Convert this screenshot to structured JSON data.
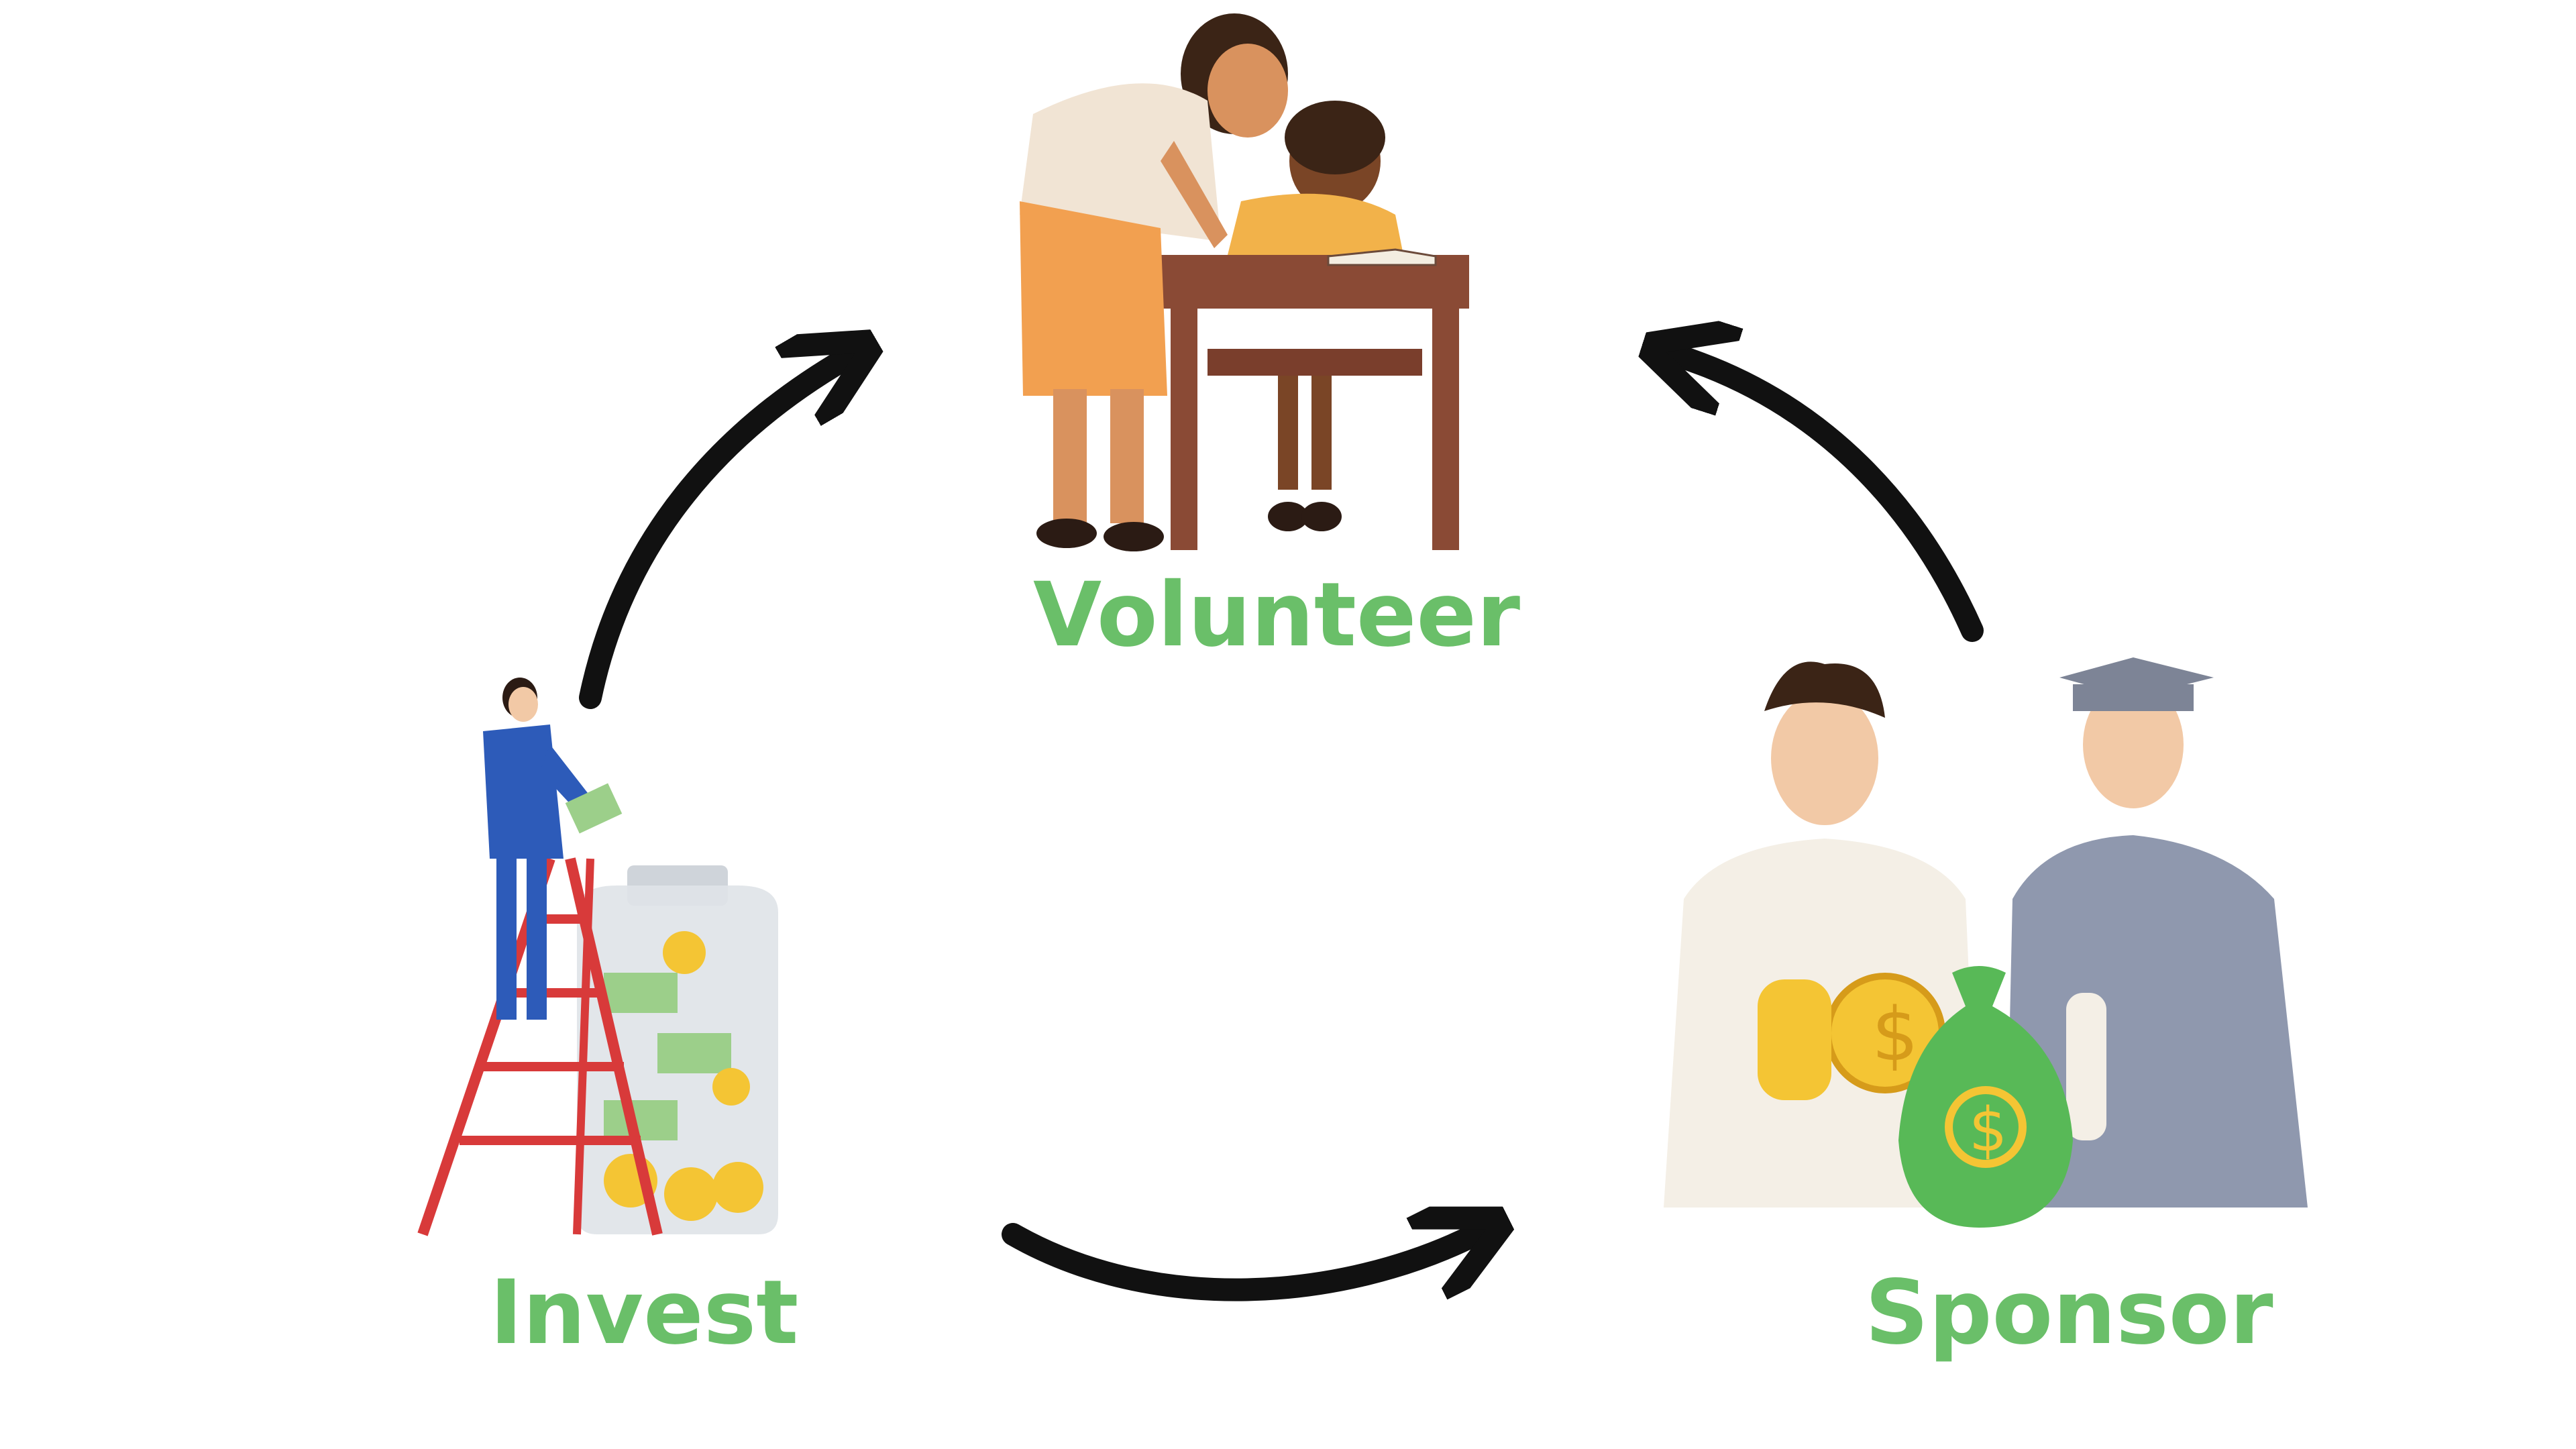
{
  "colors": {
    "label_green": "#6abf69",
    "arrow": "#111111",
    "skin_light": "#f2c9a6",
    "skin_mid": "#d9925e",
    "skin_dark": "#7a4526",
    "hair": "#3b2416",
    "desk": "#8a4a35",
    "skirt": "#f2a050",
    "shirt_cream": "#f1e4d4",
    "shirt_yellow": "#f2b24a",
    "suit_blue": "#2d5bb9",
    "ladder_red": "#d83a3a",
    "jar_glass": "#dfe3e8",
    "coin_gold": "#f4c534",
    "money_green": "#58b957",
    "gown_gray": "#8f98ae",
    "robe_white": "#f4efe6"
  },
  "labels": {
    "volunteer": "Volunteer",
    "invest": "Invest",
    "sponsor": "Sponsor"
  },
  "icons": {
    "volunteer": "teacher-helping-child-icon",
    "invest": "businessman-money-jar-icon",
    "sponsor": "sponsor-graduate-money-icon"
  }
}
